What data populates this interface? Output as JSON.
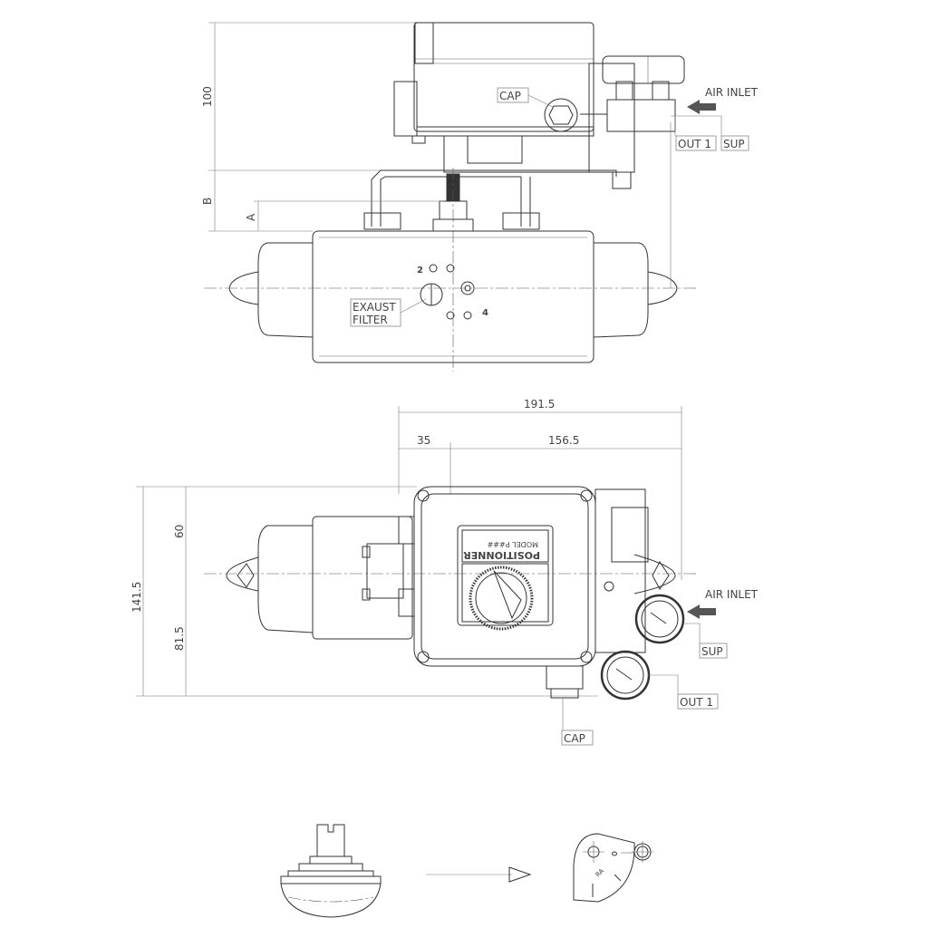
{
  "front_view": {
    "labels": {
      "cap": "CAP",
      "air_inlet": "AIR INLET",
      "out1": "OUT 1",
      "sup": "SUP",
      "exhaust_filter_line1": "EXAUST",
      "exhaust_filter_line2": "FILTER",
      "port2": "2",
      "port4": "4"
    },
    "dimensions": {
      "height": "100",
      "b": "B",
      "a": "A"
    }
  },
  "top_view": {
    "labels": {
      "positioner": "POSITIONNER",
      "model": "MODEL P###",
      "air_inlet": "AIR INLET",
      "sup": "SUP",
      "out1": "OUT 1",
      "cap": "CAP"
    },
    "dimensions": {
      "total_width": "191.5",
      "left_offset": "35",
      "right_width": "156.5",
      "total_height": "141.5",
      "upper_height": "60",
      "lower_height": "81.5"
    }
  },
  "detail": {
    "bracket_label": "RA"
  }
}
